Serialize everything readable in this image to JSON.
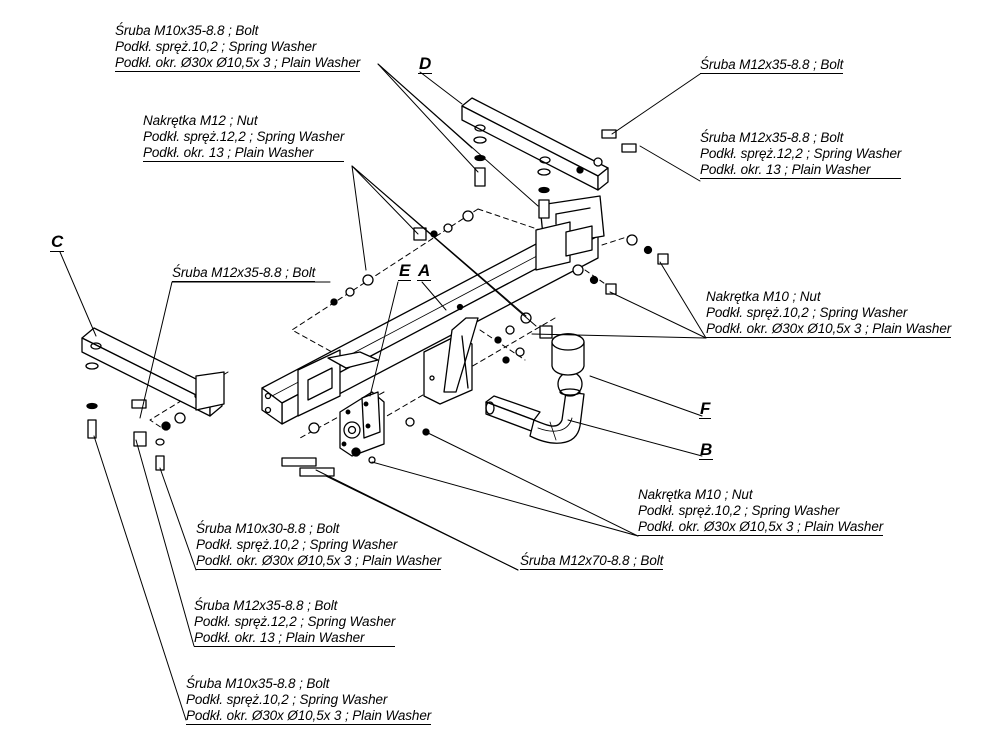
{
  "callouts": {
    "c1": [
      "Śruba M10x35-8.8 ;  Bolt",
      "Podkł. spręż.10,2 ; Spring Washer",
      "Podkł. okr.  Ø30x Ø10,5x 3 ; Plain Washer"
    ],
    "c2": [
      "Nakrętka  M12 ; Nut",
      "Podkł. spręż.12,2 ; Spring Washer",
      "Podkł. okr. 13 ; Plain Washer"
    ],
    "c3": [
      "Śruba M12x35-8.8 ;  Bolt"
    ],
    "c4": [
      "Śruba M12x35-8.8 ;  Bolt"
    ],
    "c5": [
      "Śruba M12x35-8.8 ;  Bolt",
      "Podkł. spręż.12,2 ; Spring Washer",
      "Podkł. okr. 13 ; Plain Washer"
    ],
    "c6": [
      "Nakrętka  M10 ; Nut",
      "Podkł. spręż.10,2 ; Spring Washer",
      "Podkł. okr.  Ø30x Ø10,5x 3 ; Plain Washer"
    ],
    "c7": [
      "Nakrętka  M10 ; Nut",
      "Podkł. spręż.10,2 ; Spring Washer",
      "Podkł. okr.  Ø30x Ø10,5x 3 ; Plain Washer"
    ],
    "c8": [
      "Śruba M12x70-8.8 ;  Bolt"
    ],
    "c9": [
      "Śruba M10x30-8.8 ;  Bolt",
      "Podkł. spręż.10,2 ; Spring Washer",
      "Podkł. okr.  Ø30x Ø10,5x 3 ; Plain Washer"
    ],
    "c10": [
      "Śruba M12x35-8.8 ;  Bolt",
      "Podkł. spręż.12,2 ; Spring Washer",
      "Podkł. okr. 13 ; Plain Washer"
    ],
    "c11": [
      "Śruba M10x35-8.8 ;  Bolt",
      "Podkł. spręż.10,2 ; Spring Washer",
      "Podkł. okr.  Ø30x Ø10,5x 3 ; Plain Washer"
    ]
  },
  "parts": {
    "A": "A",
    "B": "B",
    "C": "C",
    "D": "D",
    "E": "E",
    "F": "F"
  }
}
